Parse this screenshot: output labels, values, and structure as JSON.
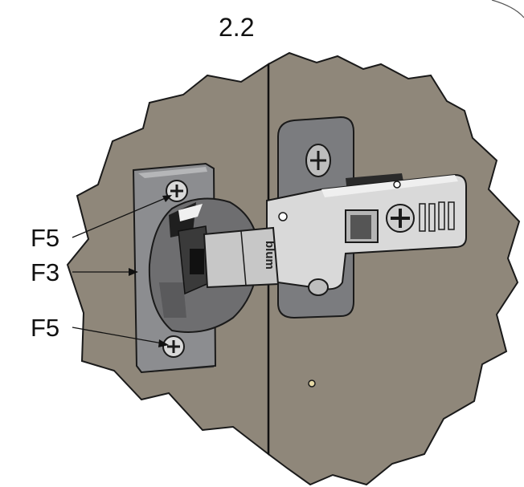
{
  "step_title": "2.2",
  "callouts": {
    "f5_top": "F5",
    "f3": "F3",
    "f5_bottom": "F5"
  },
  "brand_mark": "blum",
  "colors": {
    "panel": "#8f877a",
    "outline": "#1a1a1a",
    "mounting_plate": "#8c8d90",
    "hinge_arm": "#d9d9d9",
    "hinge_cup": "#6e6e70",
    "page": "#ffffff"
  }
}
